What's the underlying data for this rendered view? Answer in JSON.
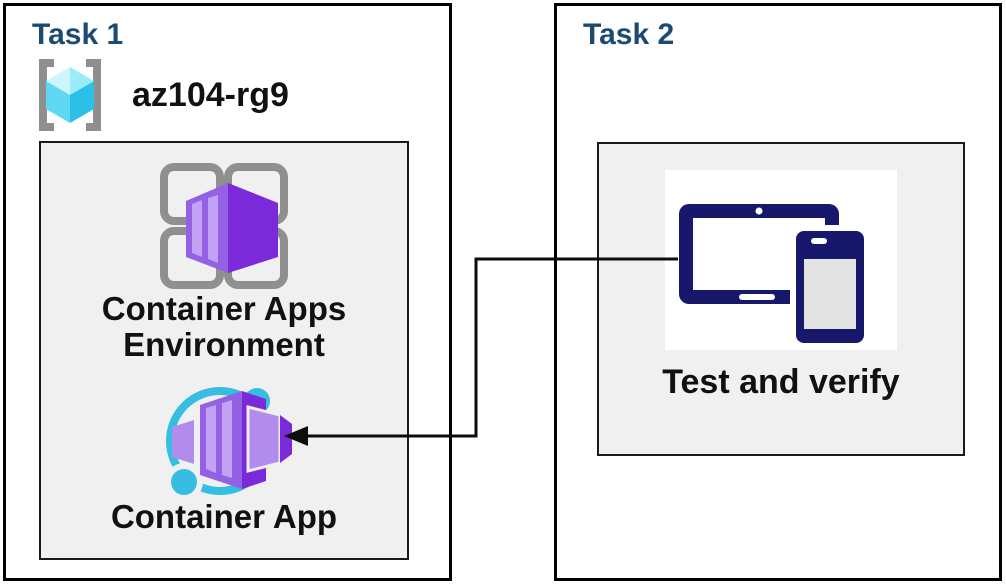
{
  "colors": {
    "task_title": "#1B4A73",
    "text": "#111111",
    "box_border": "#000000",
    "panel_bg": "#f0f0f0",
    "panel_border": "#1a1a1a",
    "white": "#ffffff",
    "icon_gray": "#8f8f8f",
    "icon_cyan": "#35BEDF",
    "icon_navy": "#17176B",
    "purple_dark": "#7A2AD8",
    "purple_mid": "#9460E4",
    "purple_light": "#C2A2F2",
    "purple_pale": "#B18CEC",
    "cube_lighter": "#CDF5FC",
    "cube_light": "#9BECF9",
    "cube_mid": "#5FD8F3",
    "cube_dark": "#2CC0E8",
    "screen_gray": "#E3E3E3",
    "connector": "#0d0d0d"
  },
  "task1": {
    "title": "Task 1",
    "resource_group": {
      "name": "az104-rg9",
      "icon": "resource-group-icon"
    },
    "environment": {
      "label": "Container Apps Environment",
      "icon": "container-apps-environment-icon"
    },
    "app": {
      "label": "Container App",
      "icon": "container-app-icon"
    }
  },
  "task2": {
    "title": "Task 2",
    "test": {
      "label": "Test and verify",
      "icon": "devices-icon"
    }
  },
  "connector": {
    "type": "elbow-arrow",
    "from": "devices-icon",
    "to": "container-app-icon"
  }
}
